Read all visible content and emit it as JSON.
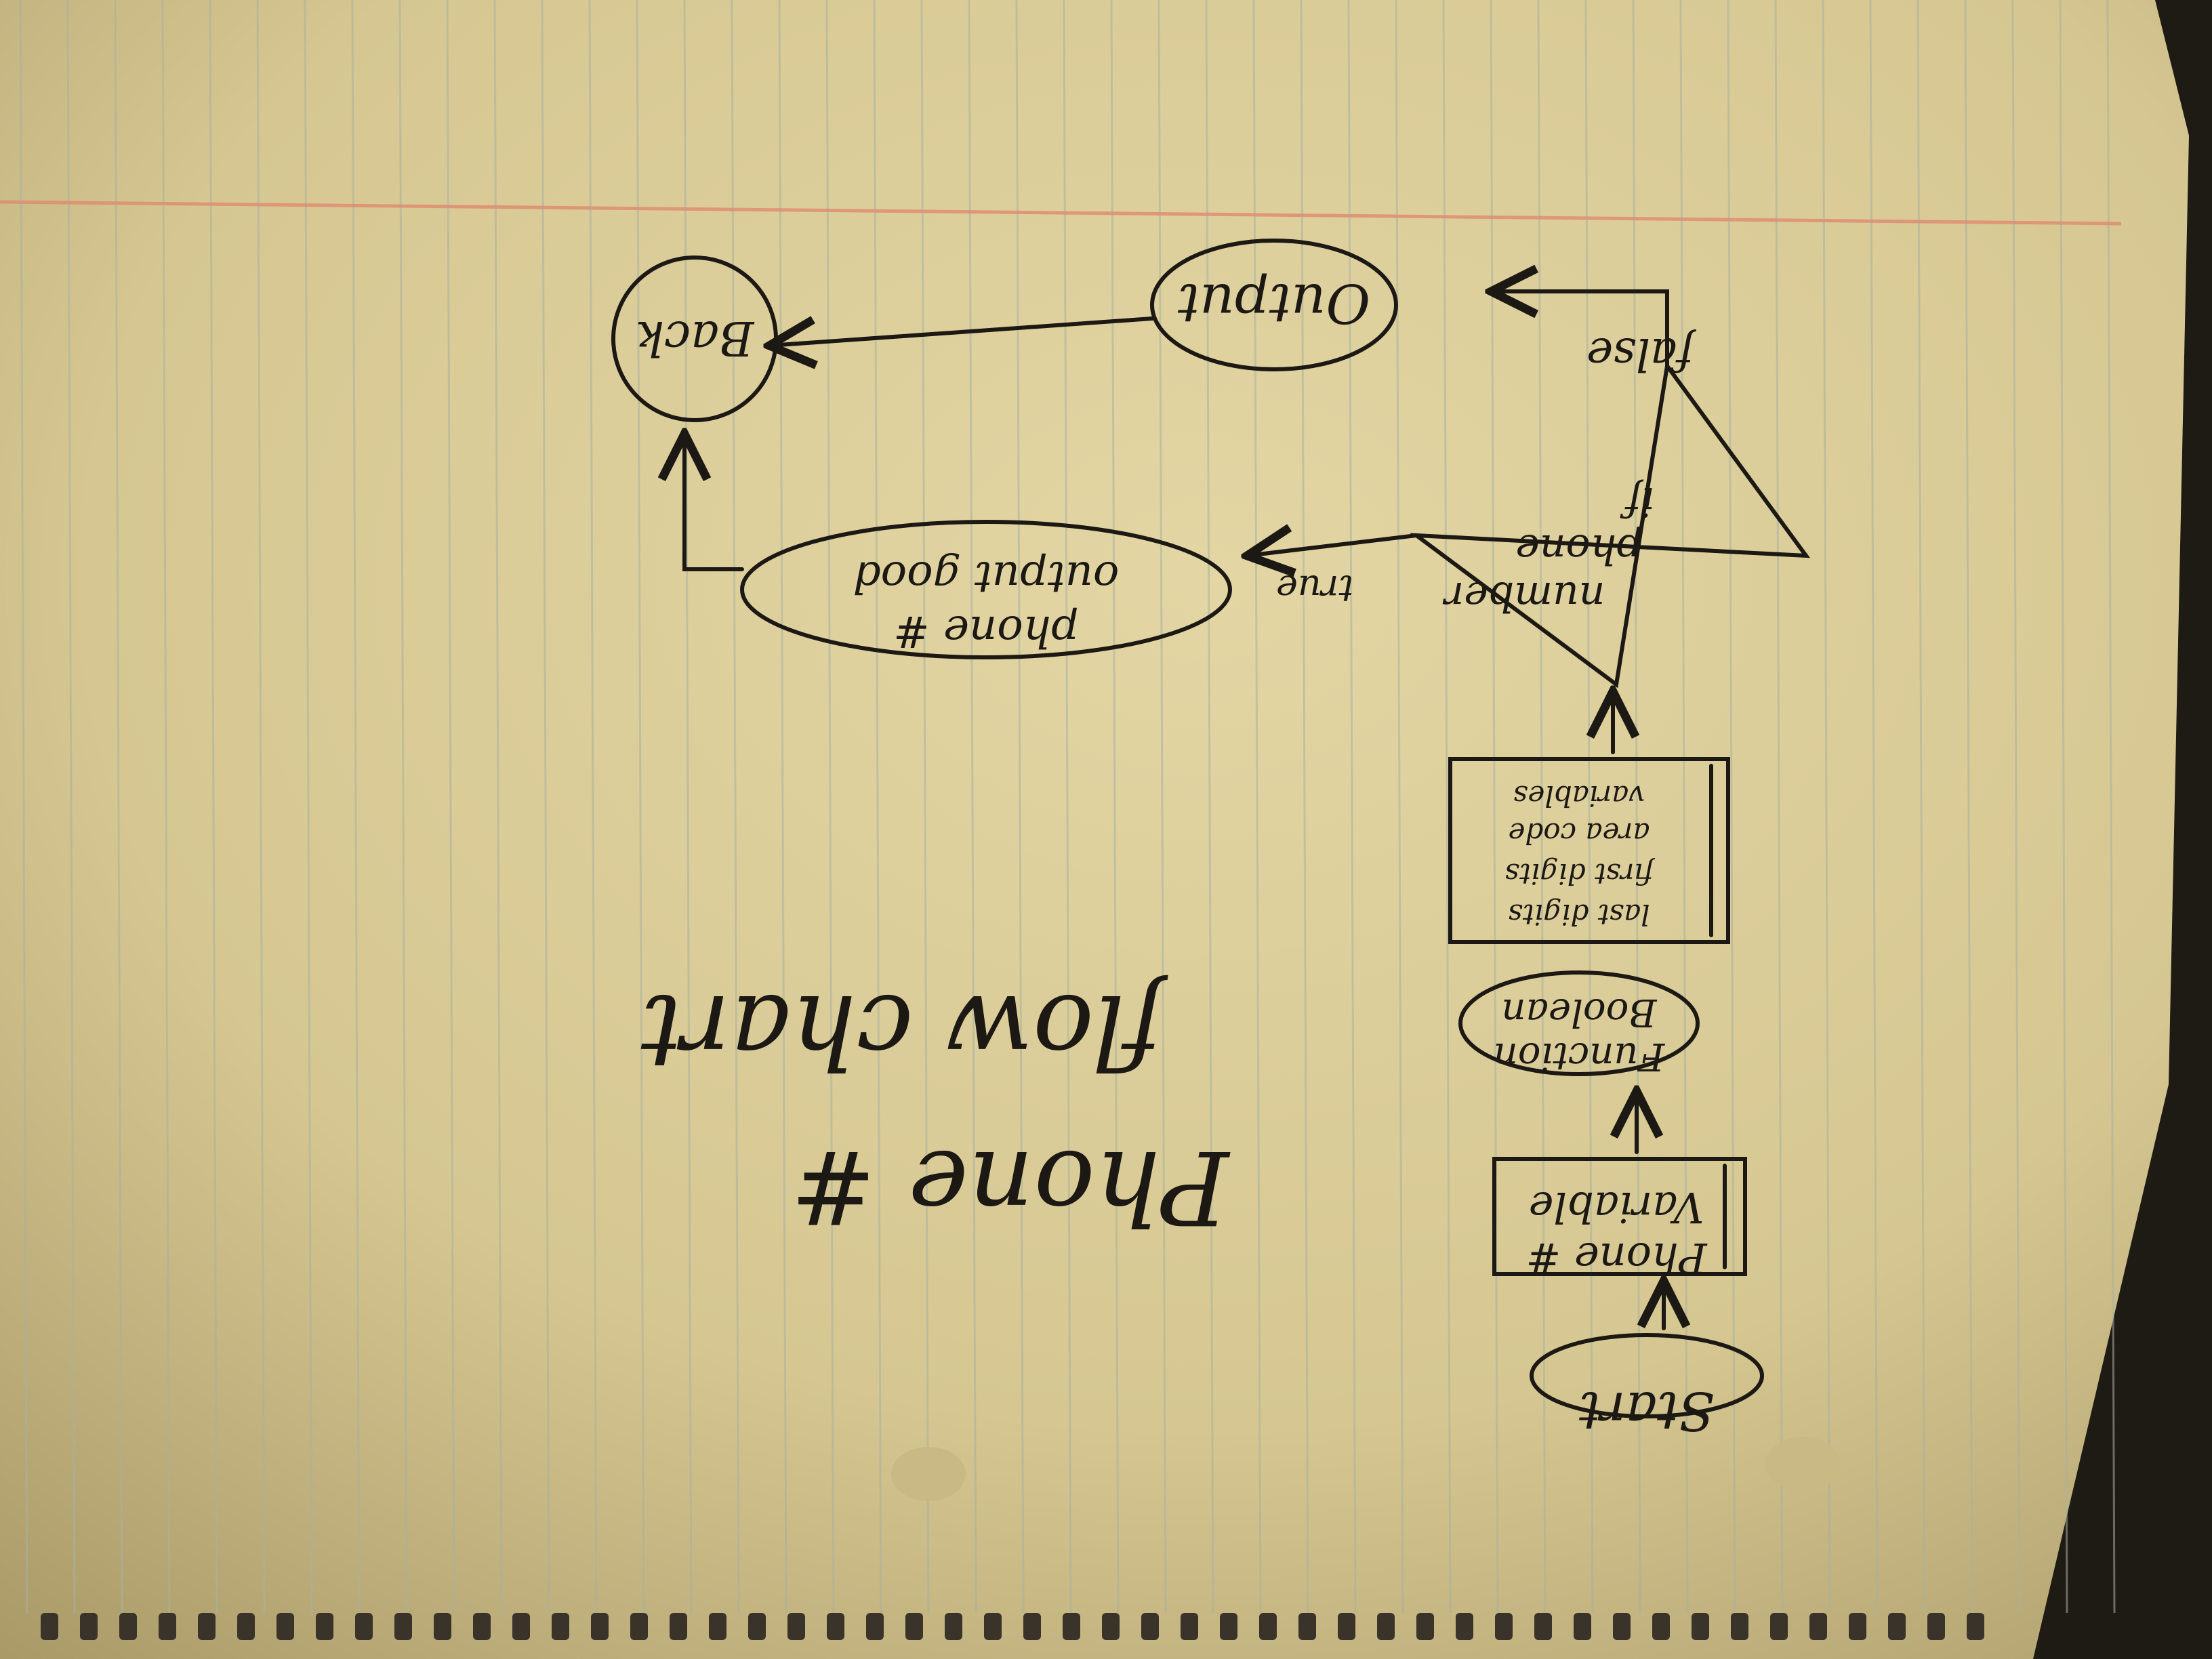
{
  "title": {
    "line1": "Phone #",
    "line2": "flow chart"
  },
  "nodes": {
    "start": "Start",
    "variable_box": {
      "line1": "Variable",
      "line2": "Phone #"
    },
    "boolean_function": {
      "line1": "Boolean",
      "line2": "Function"
    },
    "variables_box": {
      "line1": "variables",
      "line2": "area code",
      "line3": "first digits",
      "line4": "last digits"
    },
    "decision": {
      "line1": "if",
      "line2": "phone",
      "line3": "number"
    },
    "output_good": {
      "line1": "output good",
      "line2": "phone #"
    },
    "output": "Output",
    "back": "Back"
  },
  "edges": {
    "true_label": "true",
    "false_label": "false"
  },
  "colors": {
    "paper": "#ddcf9c",
    "paper_shadow": "#b9aa76",
    "rule_line": "#a8b2a0",
    "margin_line": "#e08a72",
    "ink": "#1c1813",
    "desk": "#1e1a14"
  }
}
